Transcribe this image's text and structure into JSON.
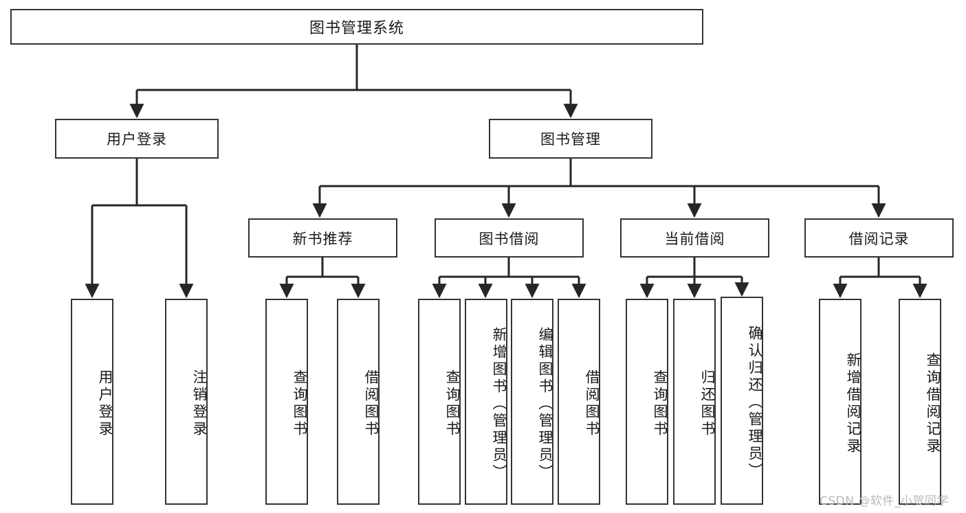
{
  "diagram": {
    "type": "tree-hierarchy-chart",
    "title": "图书管理系统",
    "root": {
      "label": "图书管理系统"
    },
    "level1": [
      {
        "label": "用户登录"
      },
      {
        "label": "图书管理"
      }
    ],
    "level2": [
      {
        "label": "新书推荐"
      },
      {
        "label": "图书借阅"
      },
      {
        "label": "当前借阅"
      },
      {
        "label": "借阅记录"
      }
    ],
    "leaves": {
      "user_login": [
        {
          "label": "用户登录"
        },
        {
          "label": "注销登录"
        }
      ],
      "new_book_recommend": [
        {
          "label": "查询图书"
        },
        {
          "label": "借阅图书"
        }
      ],
      "book_borrow": [
        {
          "label": "查询图书"
        },
        {
          "label": "新增图书（管理员）"
        },
        {
          "label": "编辑图书（管理员）"
        },
        {
          "label": "借阅图书"
        }
      ],
      "current_borrow": [
        {
          "label": "查询图书"
        },
        {
          "label": "归还图书"
        },
        {
          "label": "确认归还（管理员）"
        }
      ],
      "borrow_record": [
        {
          "label": "新增借阅记录"
        },
        {
          "label": "查询借阅记录"
        }
      ]
    },
    "watermark": "CSDN @软件_小贺同学",
    "colors": {
      "box_border": "#333333",
      "box_fill": "#ffffff",
      "connector": "#262626",
      "text": "#1a1a1a",
      "watermark": "#b9b9b9"
    }
  }
}
